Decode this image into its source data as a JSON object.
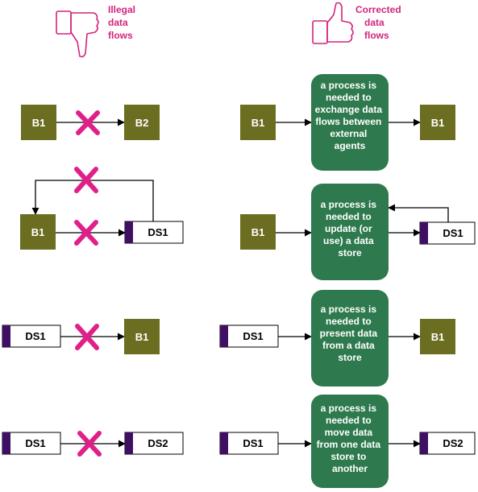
{
  "colors": {
    "entity": "#6b6e21",
    "process": "#2e7a4e",
    "store_tab": "#3e0f63",
    "cross": "#e0208a",
    "heading": "#d4247c",
    "line": "#000000"
  },
  "headings": {
    "illegal": [
      "Illegal",
      "data",
      "flows"
    ],
    "corrected": [
      "Corrected",
      "data",
      "flows"
    ]
  },
  "icons": {
    "illegal": "thumbs-down-icon",
    "corrected": "thumbs-up-icon"
  },
  "rows": [
    {
      "illegal": {
        "left": "B1",
        "right": "B2"
      },
      "corrected": {
        "left": "B1",
        "right": "B1",
        "process": [
          "a process is",
          "needed to",
          "exchange data",
          "flows between",
          "external",
          "agents"
        ]
      }
    },
    {
      "illegal": {
        "left": "B1",
        "right": "DS1"
      },
      "corrected": {
        "left": "B1",
        "right": "DS1",
        "process": [
          "a process is",
          "needed to",
          "update (or",
          "use) a data",
          "store"
        ]
      }
    },
    {
      "illegal": {
        "left": "DS1",
        "right": "B1"
      },
      "corrected": {
        "left": "DS1",
        "right": "B1",
        "process": [
          "a process is",
          "needed to",
          "present data",
          "from a data",
          "store"
        ]
      }
    },
    {
      "illegal": {
        "left": "DS1",
        "right": "DS2"
      },
      "corrected": {
        "left": "DS1",
        "right": "DS2",
        "process": [
          "a process is",
          "needed to",
          "move data",
          "from one data",
          "store to",
          "another"
        ]
      }
    }
  ]
}
